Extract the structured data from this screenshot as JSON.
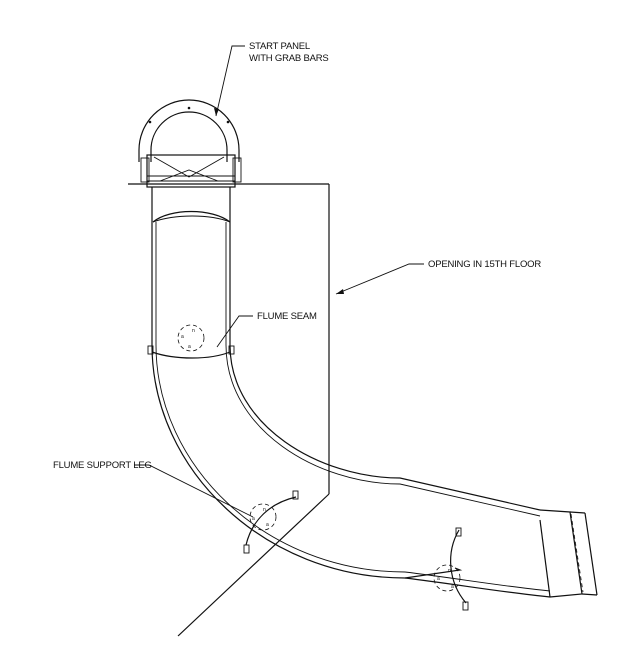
{
  "labels": {
    "start_panel_line1": "START PANEL",
    "start_panel_line2": "WITH GRAB BARS",
    "opening": "OPENING IN 15TH FLOOR",
    "flume_seam": "FLUME SEAM",
    "support_leg": "FLUME SUPPORT LEG"
  }
}
